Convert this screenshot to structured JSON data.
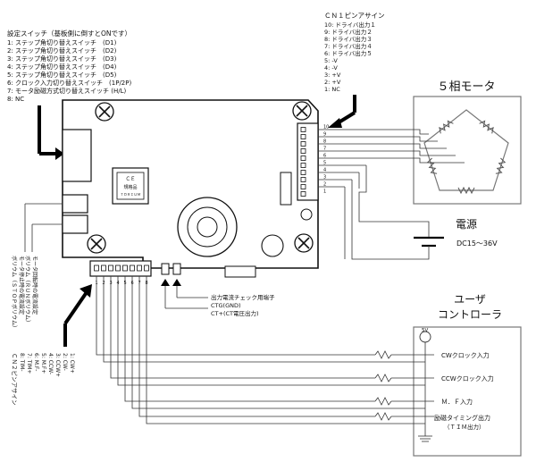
{
  "switch_settings": {
    "title": "設定スイッチ（基板側に倒すとONです）",
    "items": [
      "1: ステップ角切り替えスイッチ　(D1)",
      "2: ステップ角切り替えスイッチ　(D2)",
      "3: ステップ角切り替えスイッチ　(D3)",
      "4: ステップ角切り替えスイッチ　(D4)",
      "5: ステップ角切り替えスイッチ　(D5)",
      "6: クロック入力切り替えスイッチ　(1P/2P)",
      "7: モータ励磁方式切り替えスイッチ (H/L)",
      "8: NC"
    ]
  },
  "cn1": {
    "title": "ＣＮ１ピンアサイン",
    "items": [
      "10: ドライバ出力１",
      "9: ドライバ出力２",
      "8: ドライバ出力３",
      "7: ドライバ出力４",
      "6: ドライバ出力５",
      "5: -V",
      "4: -V",
      "3: +V",
      "2: +V",
      "1: NC"
    ],
    "pin_labels": [
      "10",
      "9",
      "8",
      "7",
      "6",
      "5",
      "4",
      "3",
      "2",
      "1"
    ]
  },
  "motor": {
    "title": "５相モータ"
  },
  "power": {
    "title": "電源",
    "spec": "DC15～36V"
  },
  "controller": {
    "title": "ユーザ\nコントローラ",
    "title_line1": "ユーザ",
    "title_line2": "コントローラ",
    "voltage": "5V",
    "signals": [
      "CWクロック入力",
      "CCWクロック入力",
      "Ｍ．Ｆ入力",
      "励磁タイミング出力"
    ],
    "tim_note": "（ＴＩＭ出力）"
  },
  "ce_label": [
    "ＣＥ",
    "規格品",
    "ＴＯＲＩＵＭ"
  ],
  "pots": {
    "run": "モータ回転時の電流設定\nボリウム（ＲＵＮボリウム）",
    "run_lines": [
      "モータ回転時の電流設定",
      "ボリウム（ＲＵＮボリウム）"
    ],
    "stop": "モータ停止時の電流設定\nボリウム（ＳＴＯＰボリウム）",
    "stop_lines": [
      "モータ停止時の電流設定",
      "ボリウム（ＳＴＯＰボリウム）"
    ]
  },
  "cn2": {
    "title": "ＣＮ２ピンアサイン",
    "items": [
      "8: TIM-",
      "7: TIM+",
      "6: M.F-",
      "5: M.F+",
      "4: CCW-",
      "3: CCW+",
      "2: CW-",
      "1: CW+"
    ],
    "pin_labels": [
      "1",
      "2",
      "3",
      "4",
      "5",
      "6",
      "7",
      "8"
    ]
  },
  "check_terminal": {
    "title": "出力電流チェック用端子",
    "ctg": "CTG(GND)",
    "ct": "CT+(CT電圧出力)"
  }
}
